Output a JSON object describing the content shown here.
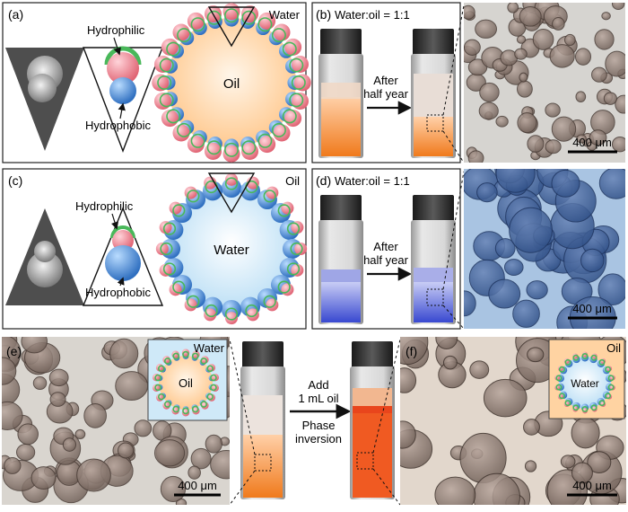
{
  "panels": {
    "a": {
      "tag": "(a)",
      "hydrophilic": "Hydrophilic",
      "hydrophobic": "Hydrophobic",
      "inner": "Oil",
      "outer": "Water"
    },
    "b": {
      "tag": "(b)",
      "ratio": "Water:oil = 1:1",
      "arrow": [
        "After",
        "half year"
      ],
      "scale": "400 μm"
    },
    "c": {
      "tag": "(c)",
      "hydrophilic": "Hydrophilic",
      "hydrophobic": "Hydrophobic",
      "inner": "Water",
      "outer": "Oil"
    },
    "d": {
      "tag": "(d)",
      "ratio": "Water:oil = 1:1",
      "arrow": [
        "After",
        "half year"
      ],
      "scale": "400 μm"
    },
    "e": {
      "tag": "(e)",
      "inset_outer": "Water",
      "inset_inner": "Oil",
      "scale": "400 μm"
    },
    "mid": {
      "arrow_top": [
        "Add",
        "1 mL oil"
      ],
      "arrow_bottom": [
        "Phase",
        "inversion"
      ]
    },
    "f": {
      "tag": "(f)",
      "inset_outer": "Oil",
      "inset_inner": "Water",
      "scale": "400 μm"
    }
  },
  "colors": {
    "pink": "#f07e8a",
    "blue": "#3f86cf",
    "green": "#49b85a",
    "oil": "#ffd3a2",
    "water": "#cfe9f8",
    "orange": "#f58a2c",
    "violet": "#4a5ad8"
  }
}
